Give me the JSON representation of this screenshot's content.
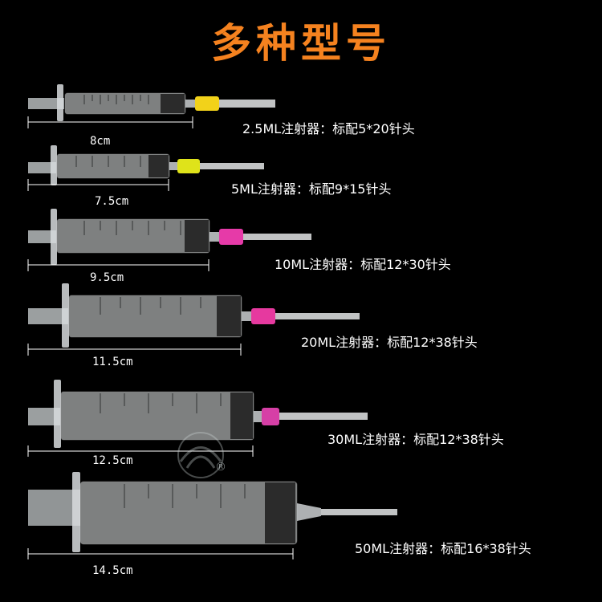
{
  "header": {
    "title": "多种型号"
  },
  "syringes": [
    {
      "length": "8cm",
      "spec": "2.5ML注射器：标配5*20针头",
      "hub_color": "#f2d21a"
    },
    {
      "length": "7.5cm",
      "spec": "5ML注射器：标配9*15针头",
      "hub_color": "#dfe31a"
    },
    {
      "length": "9.5cm",
      "spec": "10ML注射器：标配12*30针头",
      "hub_color": "#e63aa8"
    },
    {
      "length": "11.5cm",
      "spec": "20ML注射器：标配12*38针头",
      "hub_color": "#e6399f"
    },
    {
      "length": "12.5cm",
      "spec": "30ML注射器：标配12*38针头",
      "hub_color": "#d63fa6"
    },
    {
      "length": "14.5cm",
      "spec": "50ML注射器：标配16*38针头",
      "hub_color": "#f0f0f0"
    }
  ],
  "colors": {
    "title": "#f5821f",
    "background": "#000000",
    "text": "#ffffff"
  }
}
